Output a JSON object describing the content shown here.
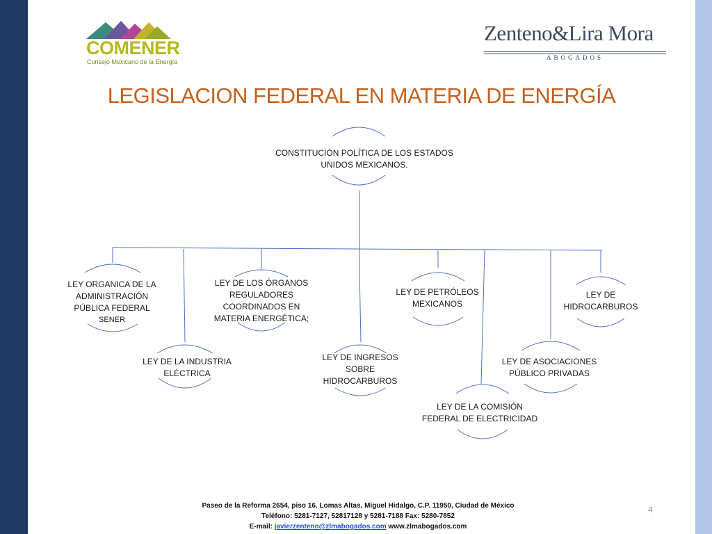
{
  "header": {
    "logo_left": {
      "name": "COMENER",
      "tagline": "Consejo Mexicano de la Energía"
    },
    "logo_right": {
      "name": "Zenteno&Lira Mora",
      "subtitle": "ABOGADOS"
    }
  },
  "title": "LEGISLACION FEDERAL EN MATERIA DE ENERGÍA",
  "diagram": {
    "root": {
      "lines": [
        "CONSTITUCIÓN POLÍTICA DE LOS ESTADOS",
        "UNIDOS MEXICANOS."
      ]
    },
    "nodes": [
      {
        "lines": [
          "LEY ORGANICA DE LA",
          "ADMINISTRACIÓN",
          "PÚBLICA FEDERAL"
        ],
        "note": "SENER"
      },
      {
        "lines": [
          "LEY DE LA INDUSTRIA",
          "ELÉCTRICA"
        ]
      },
      {
        "lines": [
          "LEY DE LOS ÓRGANOS",
          "REGULADORES",
          "COORDINADOS EN",
          "MATERIA ENERGÉTICA;"
        ]
      },
      {
        "lines": [
          "LEY DE INGRESOS",
          "SOBRE",
          "HIDROCARBUROS"
        ]
      },
      {
        "lines": [
          "LEY DE PETRÓLEOS",
          "MEXICANOS"
        ]
      },
      {
        "lines": [
          "LEY DE LA COMISIÓN",
          "FEDERAL DE ELECTRICIDAD"
        ]
      },
      {
        "lines": [
          "LEY DE ASOCIACIONES",
          "PÚBLICO PRIVADAS"
        ]
      },
      {
        "lines": [
          "LEY DE",
          "HIDROCARBUROS"
        ]
      }
    ]
  },
  "footer": {
    "address": "Paseo de la Reforma 2654, piso 16. Lomas Altas, Miguel Hidalgo, C.P. 11950, Ciudad de México",
    "phone": "Teléfono: 5281-7127, 52817128 y 5281-7188 Fax: 5280-7852",
    "email_label": "E-mail:",
    "email": "javierzenteno@zlmabogados.com",
    "website": "www.zlmabogados.com"
  },
  "page_number": "4",
  "colors": {
    "title": "#c5601c",
    "left_band": "#1f3864",
    "right_band": "#b4c6e7",
    "lines": "#4a72c4"
  }
}
